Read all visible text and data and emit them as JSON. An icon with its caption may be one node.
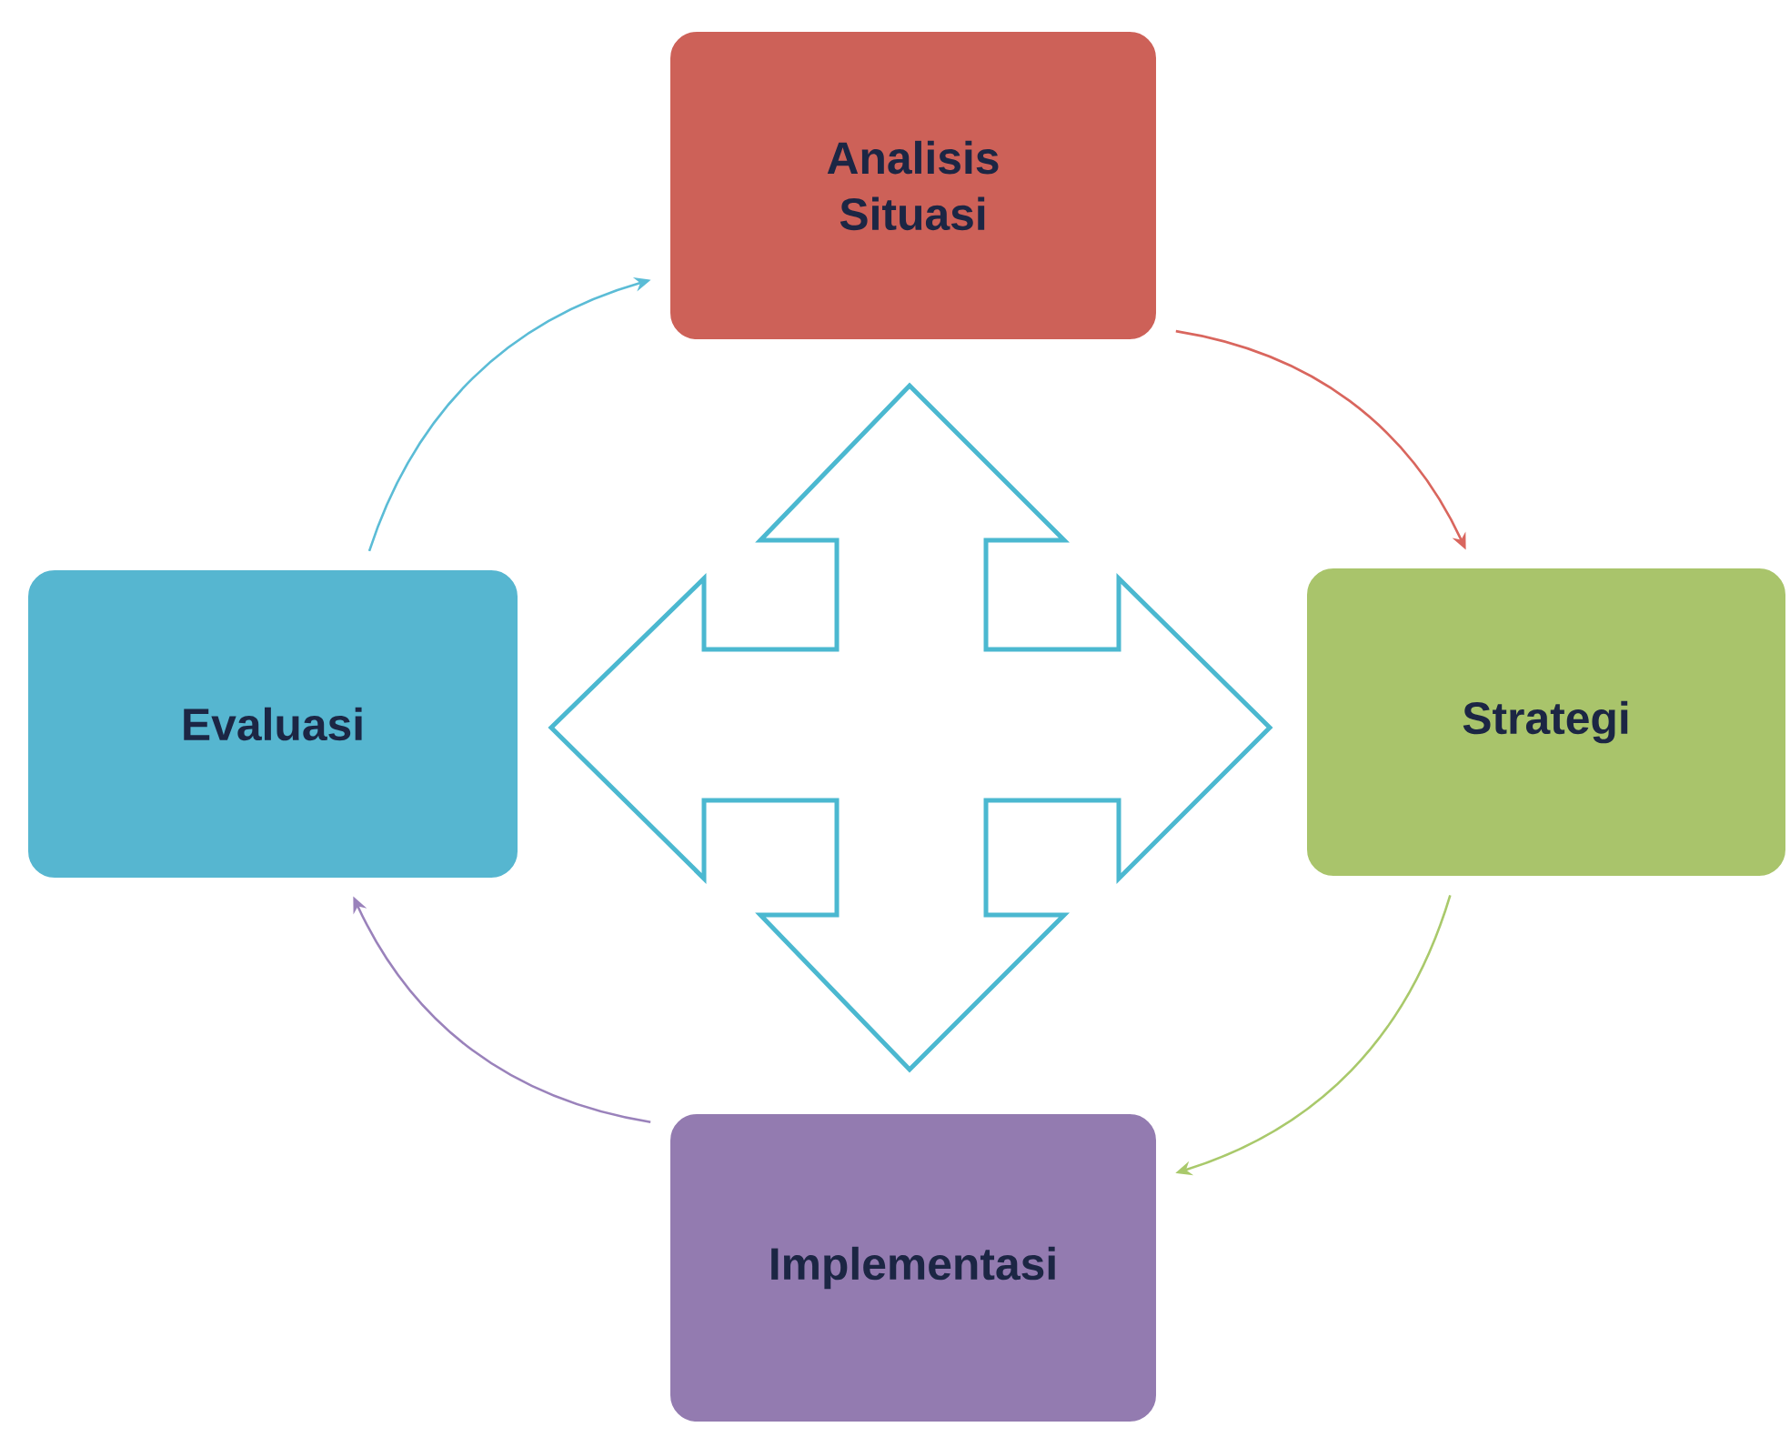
{
  "diagram": {
    "nodes": [
      {
        "text": [
          "Analisis Situasi"
        ]
      },
      {
        "text": [
          "Strategi"
        ]
      },
      {
        "text": [
          "Implementasi"
        ]
      },
      {
        "text": [
          "Evaluasi"
        ]
      }
    ],
    "edges": [
      {
        "from": 0,
        "to": 1,
        "arrow": "to",
        "color": "#d9665e"
      },
      {
        "from": 1,
        "to": 2,
        "arrow": "to",
        "color": "#a9c96b"
      },
      {
        "from": 2,
        "to": 3,
        "arrow": "to",
        "color": "#9a82bb"
      },
      {
        "from": 3,
        "to": 0,
        "arrow": "to",
        "color": "#5bbcd6"
      }
    ]
  }
}
